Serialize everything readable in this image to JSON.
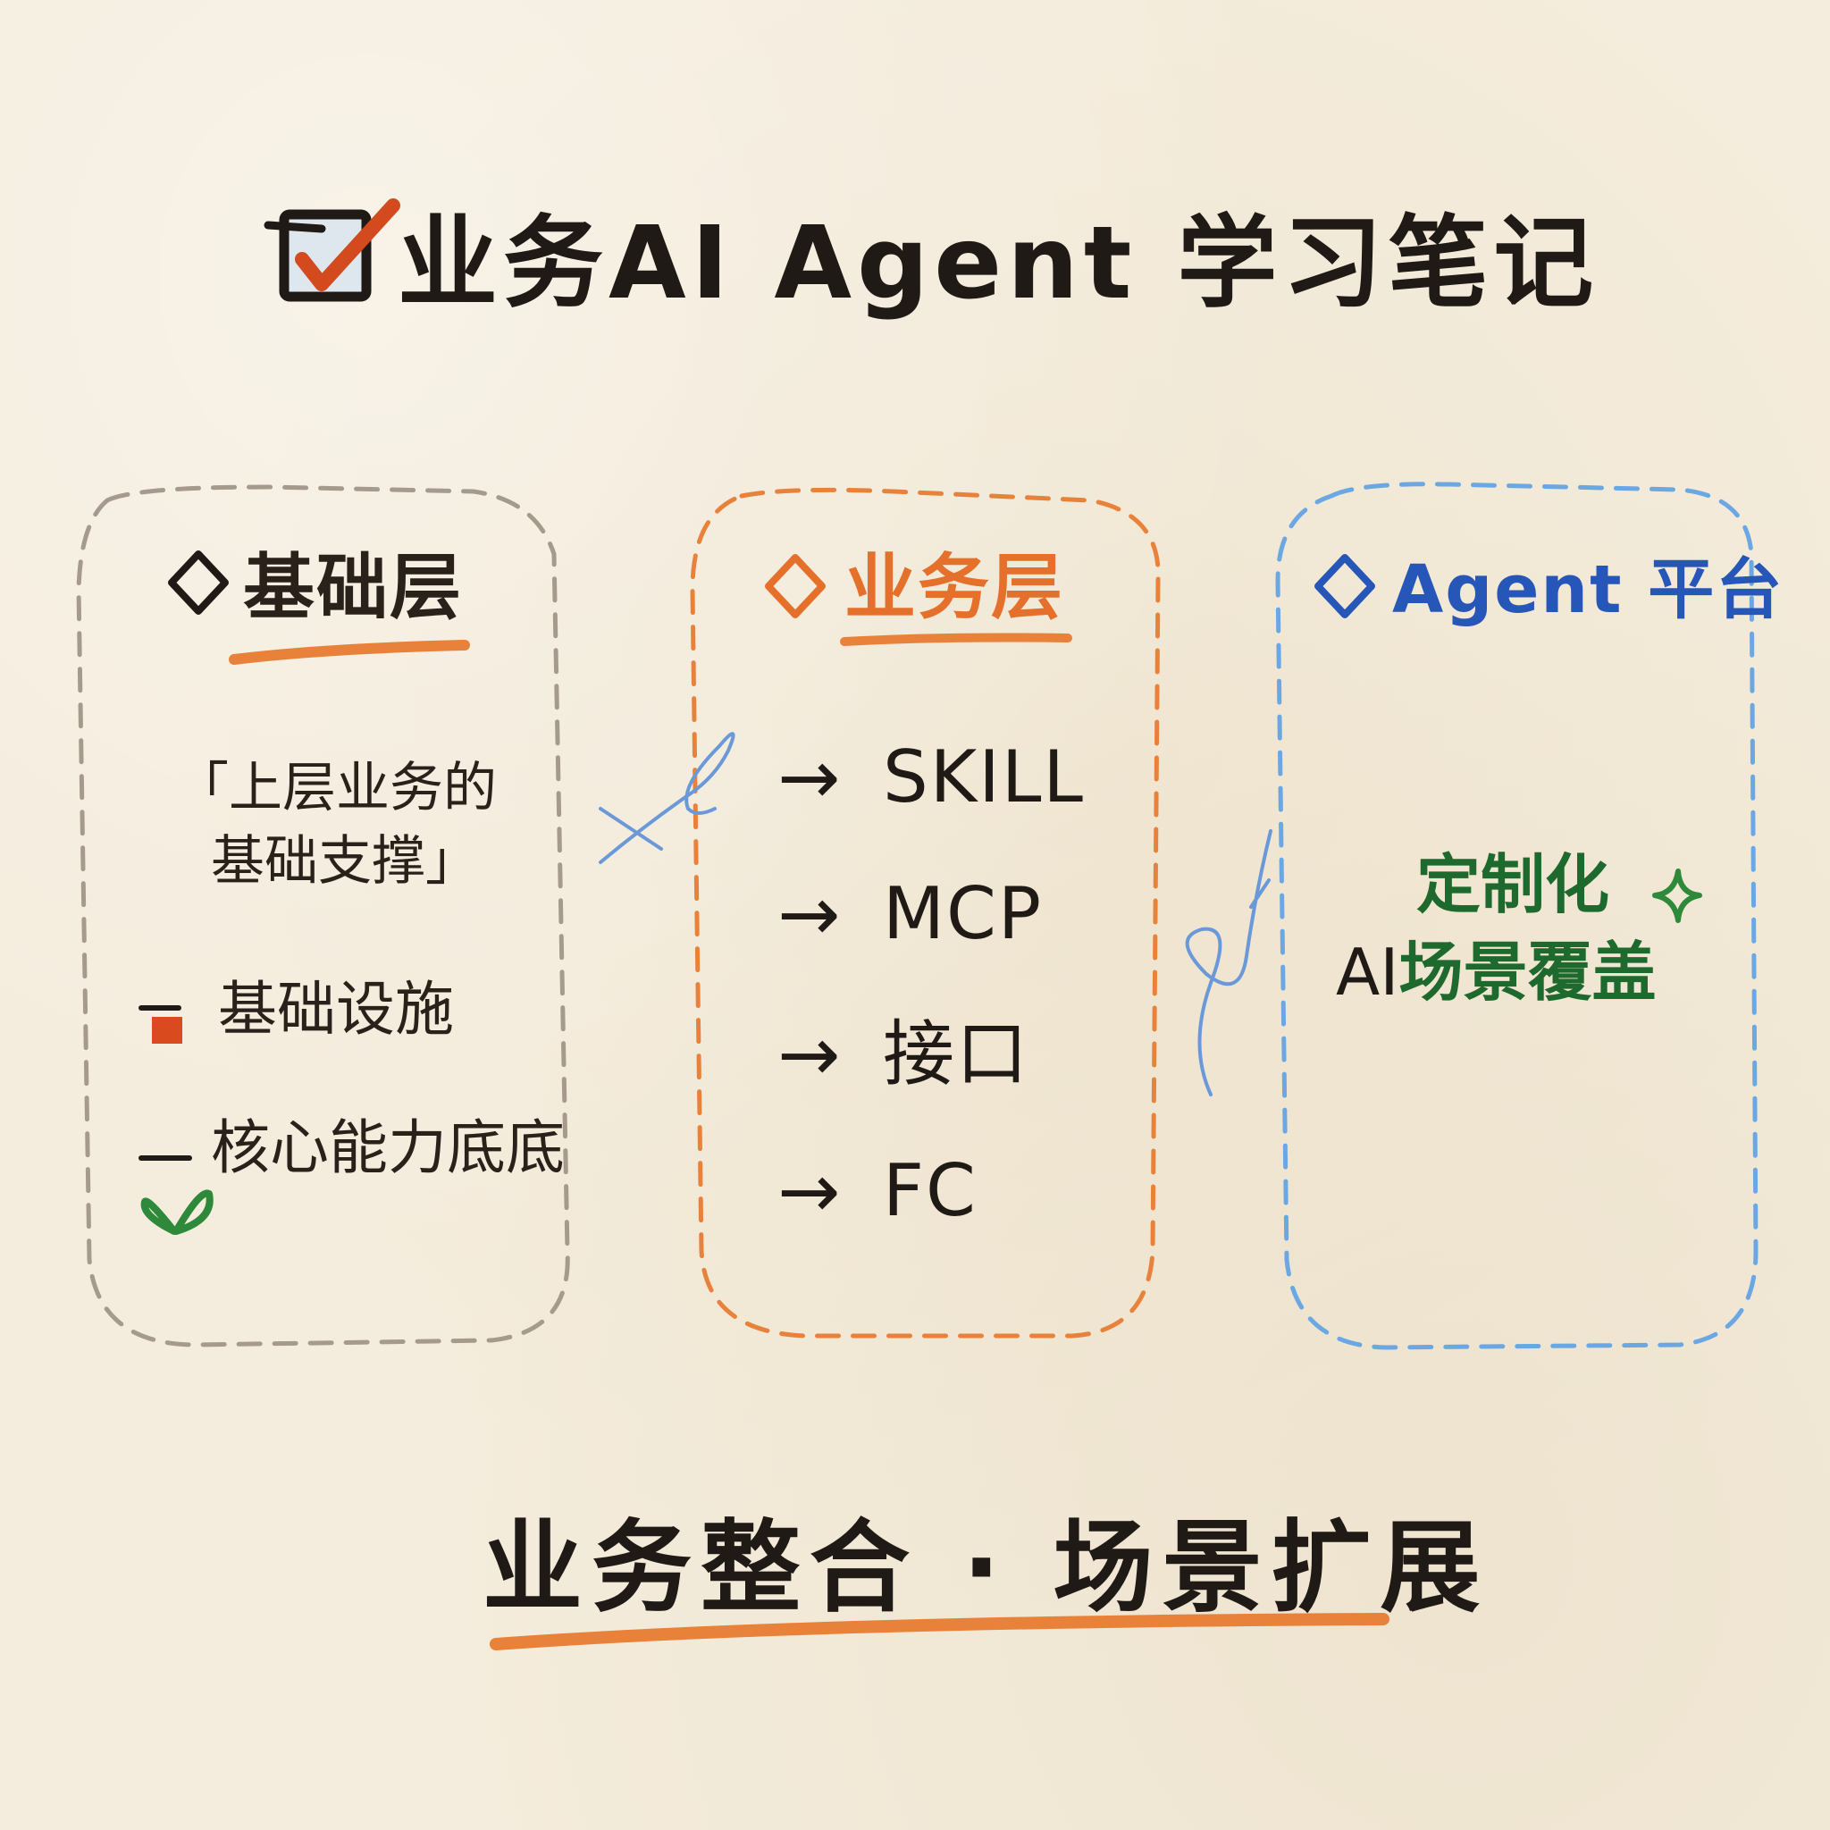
{
  "title": {
    "text": "业务AI Agent 学习笔记",
    "icon": "checkbox-checked-icon"
  },
  "panels": {
    "foundation": {
      "title": "基础层",
      "quote_line_1": "「上层业务的",
      "quote_line_2": "基础支撑」",
      "items": [
        "基础设施",
        "核心能力底底"
      ],
      "border_color": "#a59a8c"
    },
    "business": {
      "title": "业务层",
      "items": [
        "SKILL",
        "MCP",
        "接口",
        "FC"
      ],
      "arrow": "→",
      "border_color": "#e8823a",
      "accent_color": "#e5702b"
    },
    "agent_platform": {
      "title": "Agent 平台",
      "line_1": "定制化",
      "line_2_prefix": "AI",
      "line_2_rest": "场景覆盖",
      "border_color": "#6aa7e3",
      "accent_color": "#2656b8",
      "text_color": "#1e6a2e"
    }
  },
  "slogan": {
    "text": "业务整合 · 场景扩展",
    "underline_color": "#e8823a"
  },
  "icons": {
    "diamond": "diamond-outline-icon",
    "sprout": "sprout-icon",
    "sparkle": "sparkle-icon",
    "square_bullet": "square-bullet-icon"
  }
}
